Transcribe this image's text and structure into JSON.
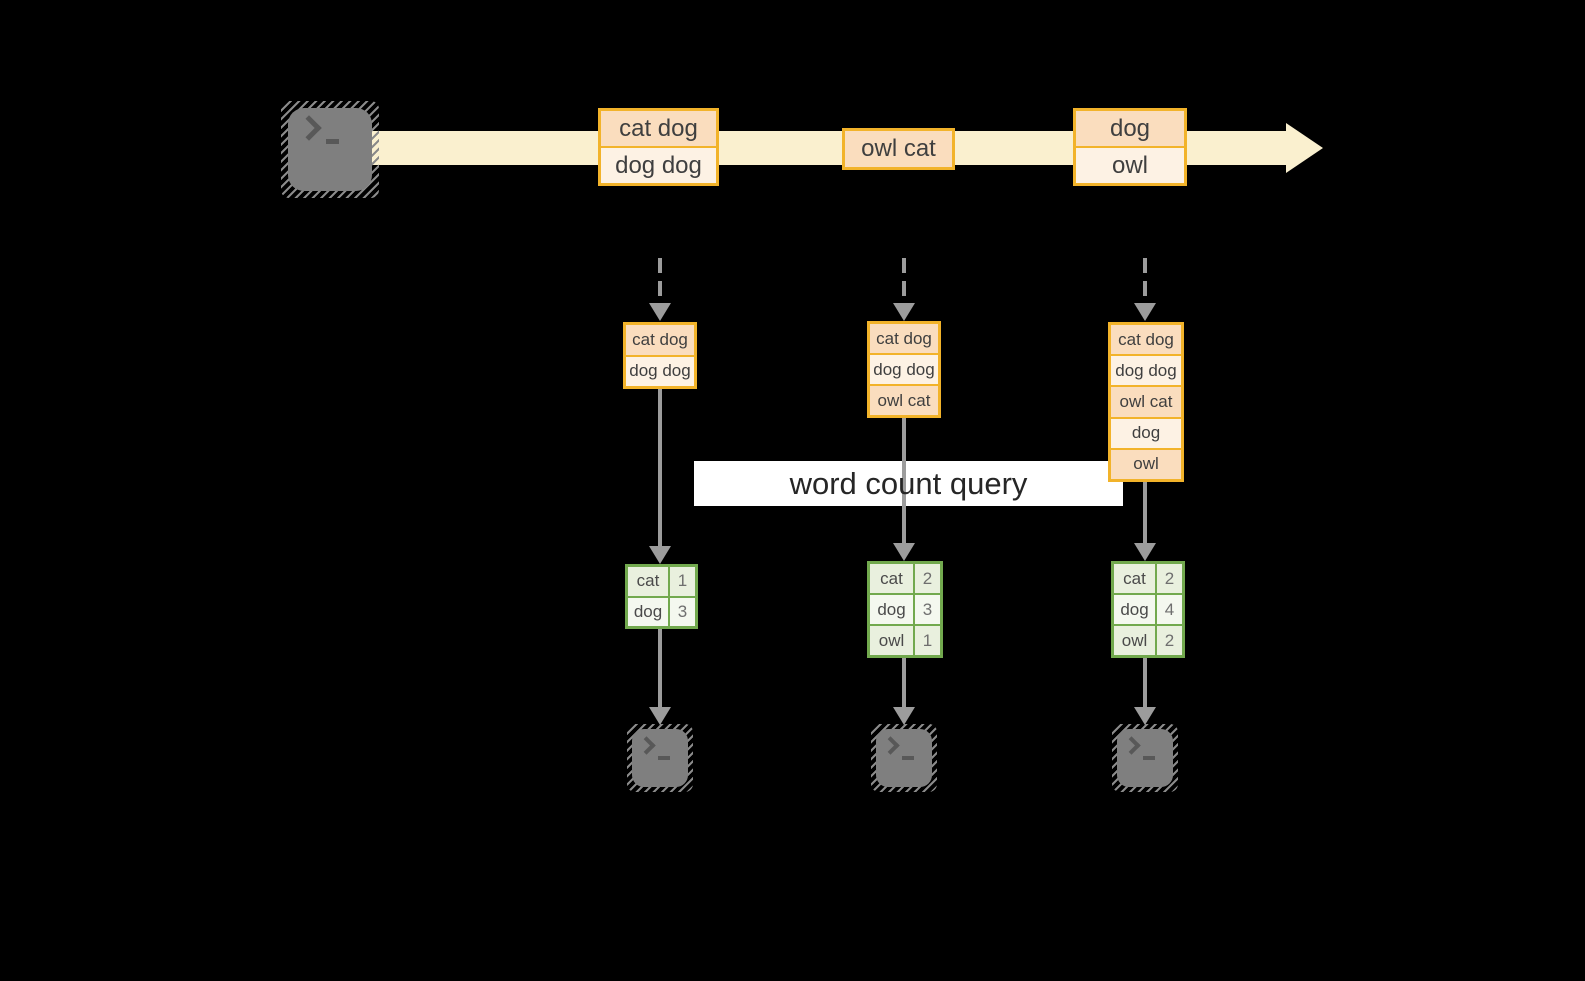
{
  "banner": {
    "label": "word count query"
  },
  "source": {
    "icon": "terminal-icon"
  },
  "stream": {
    "direction": "left-to-right",
    "events": [
      {
        "rows": [
          "cat dog",
          "dog dog"
        ]
      },
      {
        "rows": [
          "owl cat"
        ]
      },
      {
        "rows": [
          "dog",
          "owl"
        ]
      }
    ]
  },
  "buffers": [
    {
      "rows": [
        "cat dog",
        "dog dog"
      ]
    },
    {
      "rows": [
        "cat dog",
        "dog dog",
        "owl cat"
      ]
    },
    {
      "rows": [
        "cat dog",
        "dog dog",
        "owl cat",
        "dog",
        "owl"
      ]
    }
  ],
  "tables": [
    {
      "rows": [
        {
          "word": "cat",
          "count": "1"
        },
        {
          "word": "dog",
          "count": "3"
        }
      ]
    },
    {
      "rows": [
        {
          "word": "cat",
          "count": "2"
        },
        {
          "word": "dog",
          "count": "3"
        },
        {
          "word": "owl",
          "count": "1"
        }
      ]
    },
    {
      "rows": [
        {
          "word": "cat",
          "count": "2"
        },
        {
          "word": "dog",
          "count": "4"
        },
        {
          "word": "owl",
          "count": "2"
        }
      ]
    }
  ],
  "sinks": [
    {
      "icon": "terminal-icon"
    },
    {
      "icon": "terminal-icon"
    },
    {
      "icon": "terminal-icon"
    }
  ],
  "colors": {
    "background": "#000000",
    "stream_band": "#FAF0CF",
    "event_border": "#F2B32A",
    "event_fill": "#FADDBE",
    "event_fill_alt": "#FDF2E4",
    "table_border": "#72A94E",
    "table_fill": "#E9F0DE",
    "table_fill_alt": "#F4F8EF",
    "connector": "#9C9C9C",
    "terminal": "#7F7F7F",
    "banner_bg": "#FFFFFF"
  }
}
